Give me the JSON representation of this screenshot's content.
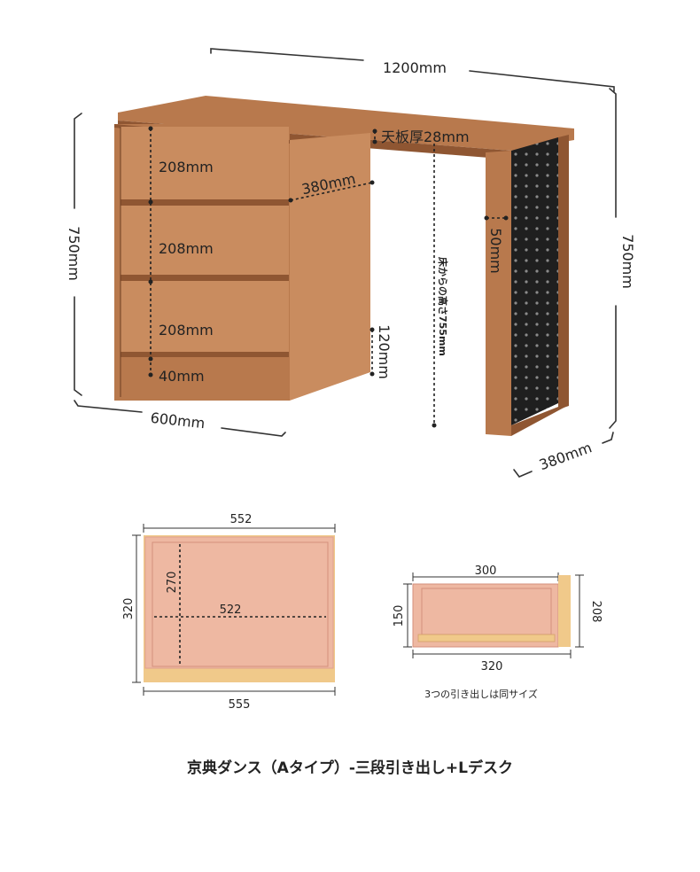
{
  "desk": {
    "width_label": "1200mm",
    "top_thickness_label": "天板厚28mm",
    "height_left_label": "750mm",
    "height_right_label": "750mm",
    "chest_width_label": "600mm",
    "depth_label": "380mm",
    "chest_depth_label": "380mm",
    "drawer_heights": [
      "208mm",
      "208mm",
      "208mm"
    ],
    "base_label": "40mm",
    "gap_label": "120mm",
    "leg_label": "50mm",
    "floor_height_label": "床からの高さ755mm"
  },
  "drawer_top_view": {
    "outer_width": "552",
    "inner_width": "522",
    "inner_depth": "270",
    "outer_depth": "320",
    "bottom_width": "555"
  },
  "drawer_front_view": {
    "top_width": "300",
    "inner_height": "150",
    "outer_height": "208",
    "bottom_width": "320",
    "note": "3つの引き出しは同サイズ"
  },
  "caption": "京典ダンス（Aタイプ）-三段引き出し+Lデスク",
  "colors": {
    "wood": "#b8794d",
    "panel_black": "#1f1f1f",
    "drawer_pink": "#eeb8a2",
    "drawer_outline": "#e0a090",
    "drawer_base": "#f0c98a"
  }
}
